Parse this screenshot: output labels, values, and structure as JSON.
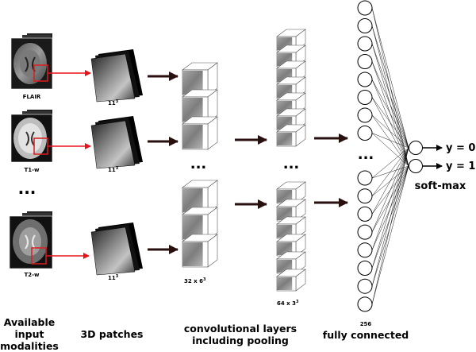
{
  "modalities": [
    "FLAIR",
    "T1-w",
    "T2-w"
  ],
  "patch_size": "11",
  "patch_exp": "3",
  "conv1_label": "32 x 6",
  "conv1_exp": "3",
  "conv2_label": "64 x 3",
  "conv2_exp": "3",
  "fc_label": "256",
  "ellipsis": "...",
  "outputs": [
    "y = 0",
    "y = 1"
  ],
  "softmax_label": "soft-max",
  "captions": {
    "input_1": "Available",
    "input_2": "input",
    "input_3": "modalities",
    "patches": "3D patches",
    "conv_1": "convolutional layers",
    "conv_2": "including pooling",
    "fc": "fully connected"
  },
  "colors": {
    "arrow_red": "#e8121a",
    "arrow_dark": "#2a0f0f",
    "annotation_box": "#d81e1e"
  }
}
